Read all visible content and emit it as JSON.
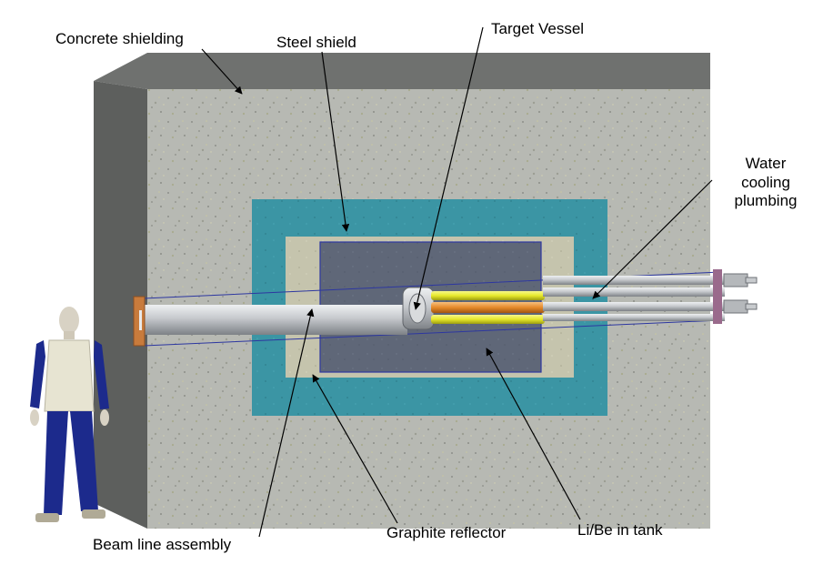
{
  "labels": {
    "concrete_shielding": "Concrete shielding",
    "steel_shield": "Steel shield",
    "target_vessel": "Target Vessel",
    "water_cooling_line1": "Water",
    "water_cooling_line2": "cooling",
    "water_cooling_line3": "plumbing",
    "beam_line_assembly": "Beam line assembly",
    "graphite_reflector": "Graphite reflector",
    "li_be_in_tank": "Li/Be in tank"
  },
  "colors": {
    "concrete_front": "#b7b9b3",
    "concrete_side": "#5d5f5d",
    "concrete_top": "#6f716f",
    "steel_shield": "#3b95a4",
    "graphite_reflector": "#c5c4ad",
    "li_be_tank": "#5f6778",
    "beam_pipe": "#c9cccf",
    "heating_rod_yellow": "#e8ea2c",
    "heating_rod_orange": "#e58a2a",
    "figure_body": "#1c2a8c",
    "figure_torso": "#e7e4d2"
  }
}
